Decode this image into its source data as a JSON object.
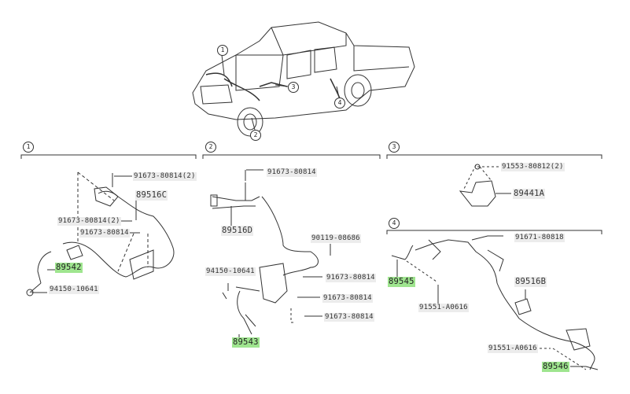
{
  "header": {
    "callouts": [
      "1",
      "2",
      "3",
      "4"
    ]
  },
  "sections": [
    {
      "number": "1",
      "labels": [
        "91673-80814(2)",
        "89516C",
        "91673-80814(2)",
        "91673-80814",
        "89542",
        "94150-10641"
      ]
    },
    {
      "number": "2",
      "labels": [
        "91673-80814",
        "89516D",
        "90119-08686",
        "94150-10641",
        "91673-80814",
        "91673-80814",
        "91673-80814",
        "89543"
      ]
    },
    {
      "number": "3",
      "labels": [
        "91553-80812(2)",
        "89441A"
      ]
    },
    {
      "number": "4",
      "labels": [
        "91671-80818",
        "89545",
        "91551-A0616",
        "89516B",
        "91551-A0616",
        "89546"
      ]
    }
  ],
  "colors": {
    "highlight": "#9fe58f",
    "label_bg": "#ececec",
    "line": "#333333"
  }
}
